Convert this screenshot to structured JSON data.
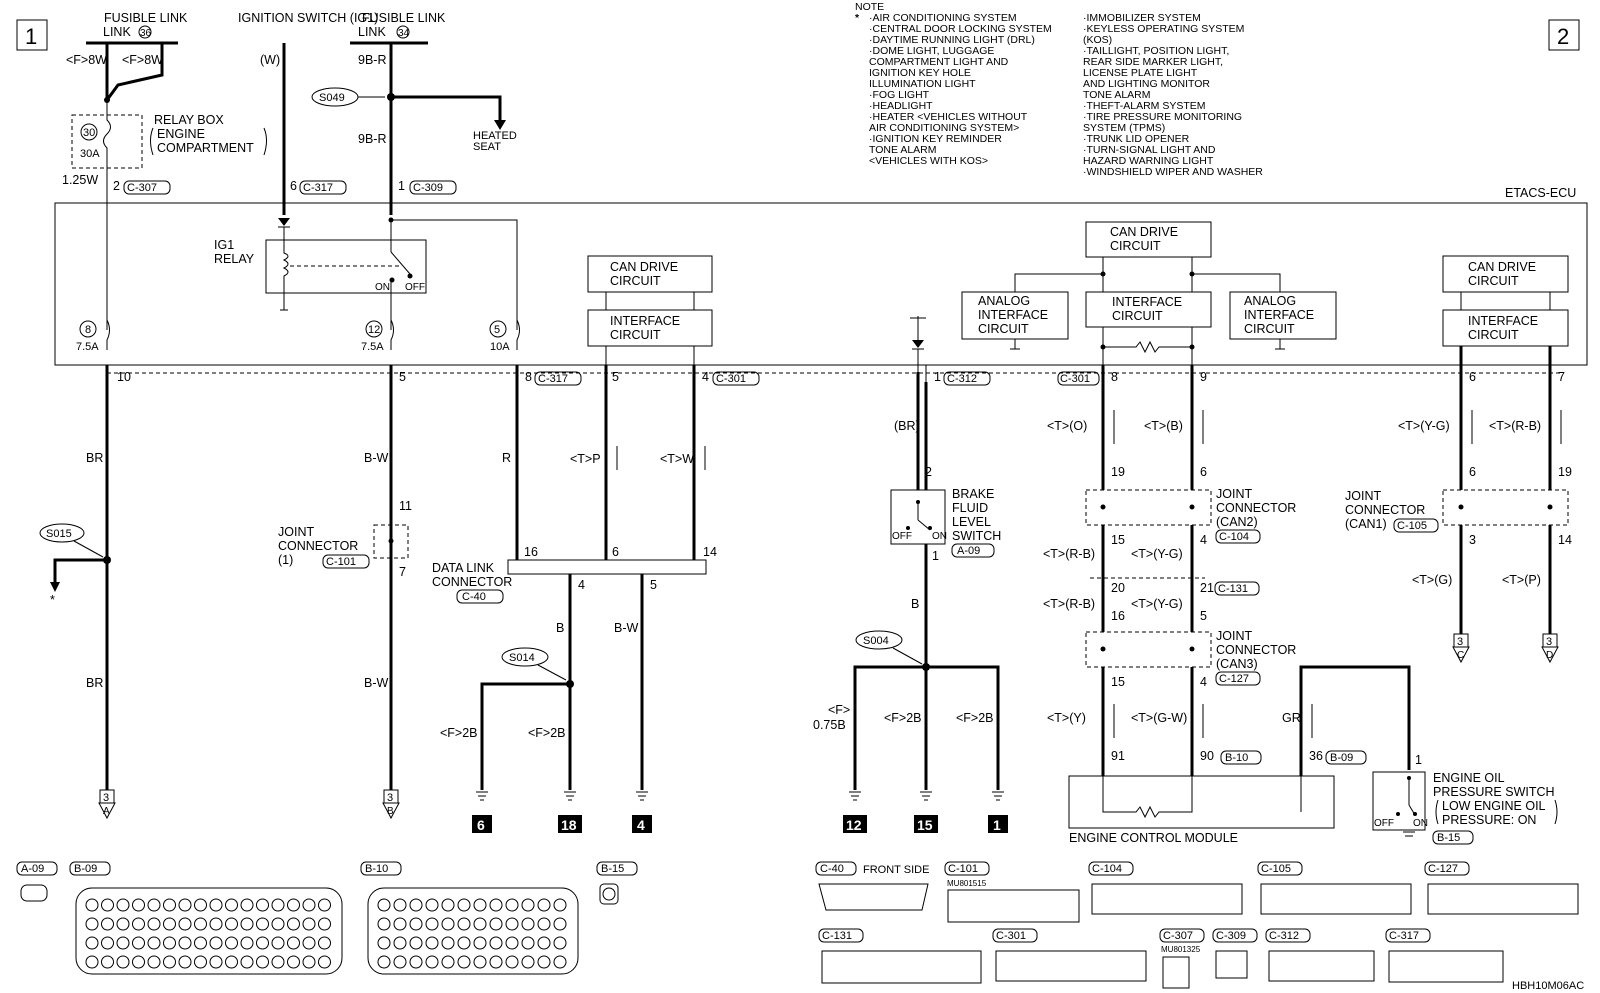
{
  "sheet_markers": {
    "left": "1",
    "right": "2"
  },
  "diagram_code": "HBH10M06AC",
  "ecu_title": "ETACS-ECU",
  "top_sources": {
    "fusible_link_36": "FUSIBLE LINK",
    "fusible_link_36_num": "36",
    "ignition_switch": "IGNITION SWITCH (IG1)",
    "fusible_link_34": "FUSIBLE LINK",
    "fusible_link_34_num": "34"
  },
  "note": {
    "title": "NOTE",
    "star": "*",
    "col1": [
      "·AIR CONDITIONING SYSTEM",
      "·CENTRAL DOOR LOCKING SYSTEM",
      "·DAYTIME RUNNING LIGHT (DRL)",
      "·DOME LIGHT, LUGGAGE",
      " COMPARTMENT LIGHT AND",
      " IGNITION KEY HOLE",
      " ILLUMINATION LIGHT",
      "·FOG LIGHT",
      "·HEADLIGHT",
      "·HEATER <VEHICLES WITHOUT",
      " AIR CONDITIONING SYSTEM>",
      "·IGNITION KEY REMINDER",
      " TONE ALARM",
      " <VEHICLES WITH KOS>"
    ],
    "col2": [
      "·IMMOBILIZER SYSTEM",
      "·KEYLESS OPERATING SYSTEM",
      " (KOS)",
      "·TAILLIGHT, POSITION LIGHT,",
      " REAR SIDE MARKER LIGHT,",
      " LICENSE PLATE LIGHT",
      " AND LIGHTING MONITOR",
      " TONE ALARM",
      "·THEFT-ALARM SYSTEM",
      "·TIRE PRESSURE MONITORING",
      " SYSTEM (TPMS)",
      "·TRUNK LID OPENER",
      "·TURN-SIGNAL LIGHT AND",
      " HAZARD WARNING LIGHT",
      "·WINDSHIELD WIPER AND WASHER"
    ]
  },
  "wires": {
    "f8w_a": "<F>8W",
    "f8w_b": "<F>8W",
    "w": "(W)",
    "9br_a": "9B-R",
    "9br_b": "9B-R",
    "w125": "1.25W",
    "br1": "BR",
    "br2": "BR",
    "bw1": "B-W",
    "bw2": "B-W",
    "r": "R",
    "tp": "<T>P",
    "tw": "<T>W",
    "b_dl": "B",
    "bw_dl": "B-W",
    "f2b_1": "<F>2B",
    "f2b_2": "<F>2B",
    "brk_br": "(BR)",
    "brk_b": "B",
    "f075b_1": "<F>",
    "f075b_2": "0.75B",
    "f2b_3": "<F>2B",
    "f2b_4": "<F>2B",
    "to": "<T>(O)",
    "tb": "<T>(B)",
    "trb1": "<T>(R-B)",
    "tyg1": "<T>(Y-G)",
    "trb2": "<T>(R-B)",
    "tyg2": "<T>(Y-G)",
    "ty": "<T>(Y)",
    "tgw": "<T>(G-W)",
    "gr": "GR",
    "tyg_can1": "<T>(Y-G)",
    "trb_can1": "<T>(R-B)",
    "tg": "<T>(G)",
    "tpp": "<T>(P)"
  },
  "components": {
    "relay_box": [
      "RELAY BOX",
      "ENGINE",
      "COMPARTMENT"
    ],
    "relay_num": "30",
    "relay_amp": "30A",
    "ig1_relay": [
      "IG1",
      "RELAY"
    ],
    "heated_seat": [
      "HEATED",
      "SEAT"
    ],
    "can_drive": [
      "CAN DRIVE",
      "CIRCUIT"
    ],
    "interface": [
      "INTERFACE",
      "CIRCUIT"
    ],
    "analog": [
      "ANALOG",
      "INTERFACE",
      "CIRCUIT"
    ],
    "data_link": [
      "DATA LINK",
      "CONNECTOR"
    ],
    "joint1": [
      "JOINT",
      "CONNECTOR",
      "(1)"
    ],
    "brake": [
      "BRAKE",
      "FLUID",
      "LEVEL",
      "SWITCH"
    ],
    "joint_can2": [
      "JOINT",
      "CONNECTOR",
      "(CAN2)"
    ],
    "joint_can3": [
      "JOINT",
      "CONNECTOR",
      "(CAN3)"
    ],
    "joint_can1": [
      "JOINT",
      "CONNECTOR",
      "(CAN1)"
    ],
    "ecm": "ENGINE CONTROL MODULE",
    "oil_switch": [
      "ENGINE OIL",
      "PRESSURE SWITCH",
      "LOW ENGINE OIL",
      "PRESSURE: ON"
    ],
    "on": "ON",
    "off": "OFF"
  },
  "fuses": [
    {
      "num": "8",
      "amp": "7.5A"
    },
    {
      "num": "12",
      "amp": "7.5A"
    },
    {
      "num": "5",
      "amp": "10A"
    }
  ],
  "splices": [
    "S049",
    "S015",
    "S014",
    "S004"
  ],
  "connectors": {
    "c307": "C-307",
    "c317": "C-317",
    "c309": "C-309",
    "c301": "C-301",
    "c312": "C-312",
    "c101": "C-101",
    "c40": "C-40",
    "a09": "A-09",
    "c104": "C-104",
    "c131": "C-131",
    "c127": "C-127",
    "b10": "B-10",
    "b09": "B-09",
    "c105": "C-105",
    "b15": "B-15"
  },
  "pins": {
    "p2": "2",
    "p6": "6",
    "p1": "1",
    "p10": "10",
    "p5": "5",
    "p8": "8",
    "p5b": "5",
    "p4": "4",
    "p11": "11",
    "p7": "7",
    "p16": "16",
    "p6b": "6",
    "p14": "14",
    "p4b": "4",
    "p5c": "5",
    "p1b": "1",
    "p2b": "2",
    "p1c": "1",
    "p8b": "8",
    "p9": "9",
    "p19": "19",
    "p6c": "6",
    "p15": "15",
    "p4c": "4",
    "p20": "20",
    "p21": "21",
    "p16b": "16",
    "p5d": "5",
    "p15b": "15",
    "p4d": "4",
    "p91": "91",
    "p90": "90",
    "p36": "36",
    "p1d": "1",
    "p6d": "6",
    "p7b": "7",
    "p6e": "6",
    "p19b": "19",
    "p3": "3",
    "p14b": "14"
  },
  "offpage": [
    {
      "num": "3",
      "letter": "A"
    },
    {
      "num": "3",
      "letter": "B"
    },
    {
      "num": "3",
      "letter": "C"
    },
    {
      "num": "3",
      "letter": "D"
    }
  ],
  "grounds": [
    "6",
    "18",
    "4",
    "12",
    "15",
    "1"
  ],
  "star_mark": "*",
  "legend": {
    "a09": "A-09",
    "b09": "B-09",
    "b10": "B-10",
    "b15": "B-15",
    "c40": "C-40",
    "front_side": "FRONT SIDE",
    "c101": "C-101",
    "c104": "C-104",
    "c105": "C-105",
    "c127": "C-127",
    "c131": "C-131",
    "c301": "C-301",
    "c307": "C-307",
    "c309": "C-309",
    "c312": "C-312",
    "c317": "C-317",
    "mu1": "MU801515",
    "mu2": "MU801325"
  }
}
